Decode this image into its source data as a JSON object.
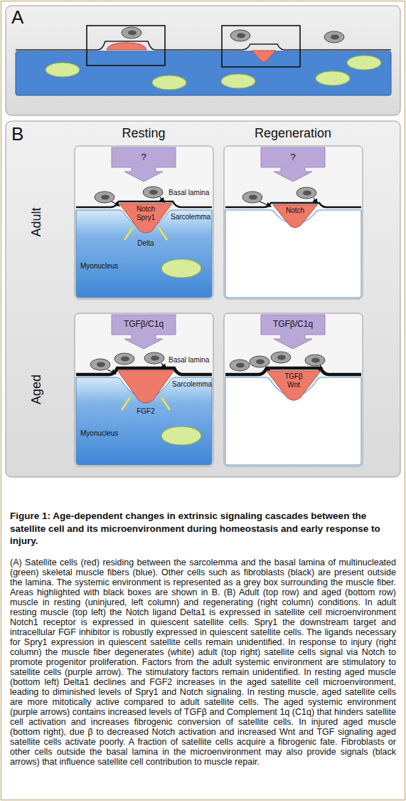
{
  "diagram": {
    "title": "Figure 1: Age-dependent changes in extrinsic signaling cascades between the satellite cell and its microenvironment during homeostasis and early response to injury.",
    "caption": "(A) Satellite cells (red) residing between the sarcolemma and the basal lamina of multinucleated (green) skeletal muscle fibers (blue). Other cells such as fibroblasts (black) are present outside the lamina. The systemic environment is represented as a grey box surrounding the muscle fiber. Areas highlighted with black boxes are shown in B. (B) Adult (top row) and aged (bottom row) muscle in resting (uninjured, left column) and regenerating (right column) conditions. In adult resting muscle (top left) the Notch ligand Delta1 is expressed in satellite cell microenvironment Notch1 receptor is expressed in quiescent satellite cells. Spry1 the downstream target and intracellular FGF inhibitor is robustly expressed in quiescent satellite cells. The ligands necessary for Spry1 expression in quiescent satellite cells remain unidentified. In response to injury (right column) the muscle fiber degenerates (white) adult (top right) satellite cells signal via Notch to promote progenitor proliferation. Factors from the adult systemic environment are stimulatory to satellite cells (purple arrow). The stimulatory factors remain unidentified. In resting aged muscle (bottom left) Delta1 declines and FGF2 increases in the aged satellite cell microenvironment, leading to diminished levels of Spry1 and Notch signaling. In resting muscle, aged satellite cells are more mitotically active compared to adult satellite cells. The aged systemic environment (purple arrows) contains increased levels of TGFβ and Complement 1q (C1q) that hinders satellite cell activation and increases fibrogenic conversion of satellite cells. In injured aged muscle (bottom right), due β to decreased Notch activation and increased Wnt and TGF signaling aged satellite cells activate poorly. A fraction of satellite cells acquire a fibrogenic fate. Fibroblasts or other cells outside the basal lamina in the microenvironment may also provide signals (black arrows) that influence satellite cell contribution to muscle repair.",
    "nodes": [
      {
        "text": [
          "?"
        ]
      },
      {
        "text": [
          "Notch",
          "Spry1"
        ]
      },
      {
        "text": [
          "?"
        ]
      },
      {
        "text": [
          "Notch"
        ]
      },
      {
        "text": [
          "TGFβ/C1q"
        ]
      },
      {
        "text": [
          "TGFβ/C1q"
        ]
      },
      {
        "text": [
          "TGFβ",
          "Wnt"
        ]
      }
    ],
    "labels": [
      "A",
      "B",
      "Resting",
      "Regeneration",
      "Adult",
      "Aged",
      "Basal lamina",
      "Sarcolemma",
      "Delta",
      "Myonucleus",
      "Basal lamina",
      "Sarcolemma",
      "FGF2",
      "Myonucleus"
    ]
  }
}
